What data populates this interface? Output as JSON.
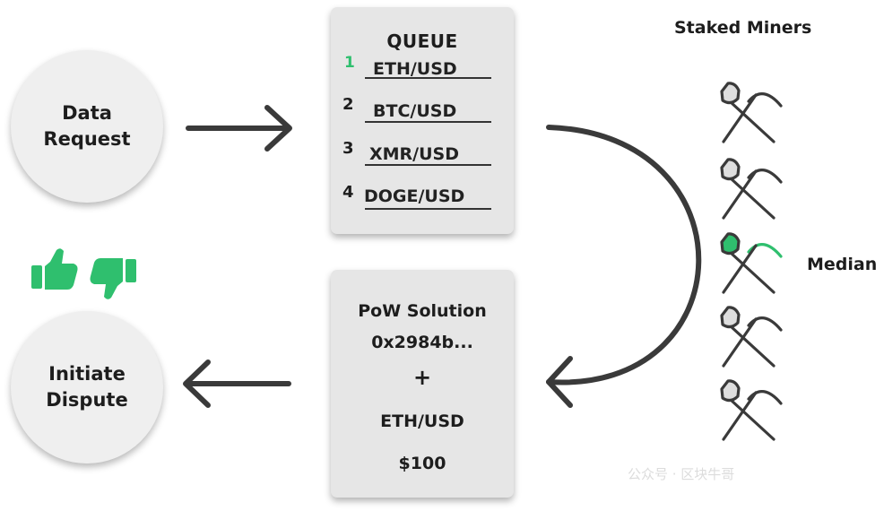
{
  "nodes": {
    "data_request": "Data\nRequest",
    "initiate_dispute": "Initiate\nDispute"
  },
  "queue": {
    "title": "QUEUE",
    "items": [
      {
        "num": "1",
        "label": "ETH/USD"
      },
      {
        "num": "2",
        "label": "BTC/USD"
      },
      {
        "num": "3",
        "label": "XMR/USD"
      },
      {
        "num": "4",
        "label": "DOGE/USD"
      }
    ]
  },
  "solution": {
    "title": "PoW Solution",
    "hash": "0x2984b...",
    "plus": "+",
    "pair": "ETH/USD",
    "value": "$100"
  },
  "miners": {
    "title": "Staked Miners",
    "median_label": "Median",
    "icons": [
      "shovel-pickaxe-icon",
      "shovel-pickaxe-icon",
      "shovel-pickaxe-icon",
      "shovel-pickaxe-icon",
      "shovel-pickaxe-icon"
    ]
  },
  "votes": {
    "icons": [
      "thumbs-up-icon",
      "thumbs-down-icon"
    ]
  },
  "watermark": "公众号 · 区块牛哥",
  "colors": {
    "accent_green": "#2fbf6e",
    "card_bg": "#e6e6e6",
    "circle_bg": "#efefef",
    "arrow": "#3a3a3a"
  }
}
